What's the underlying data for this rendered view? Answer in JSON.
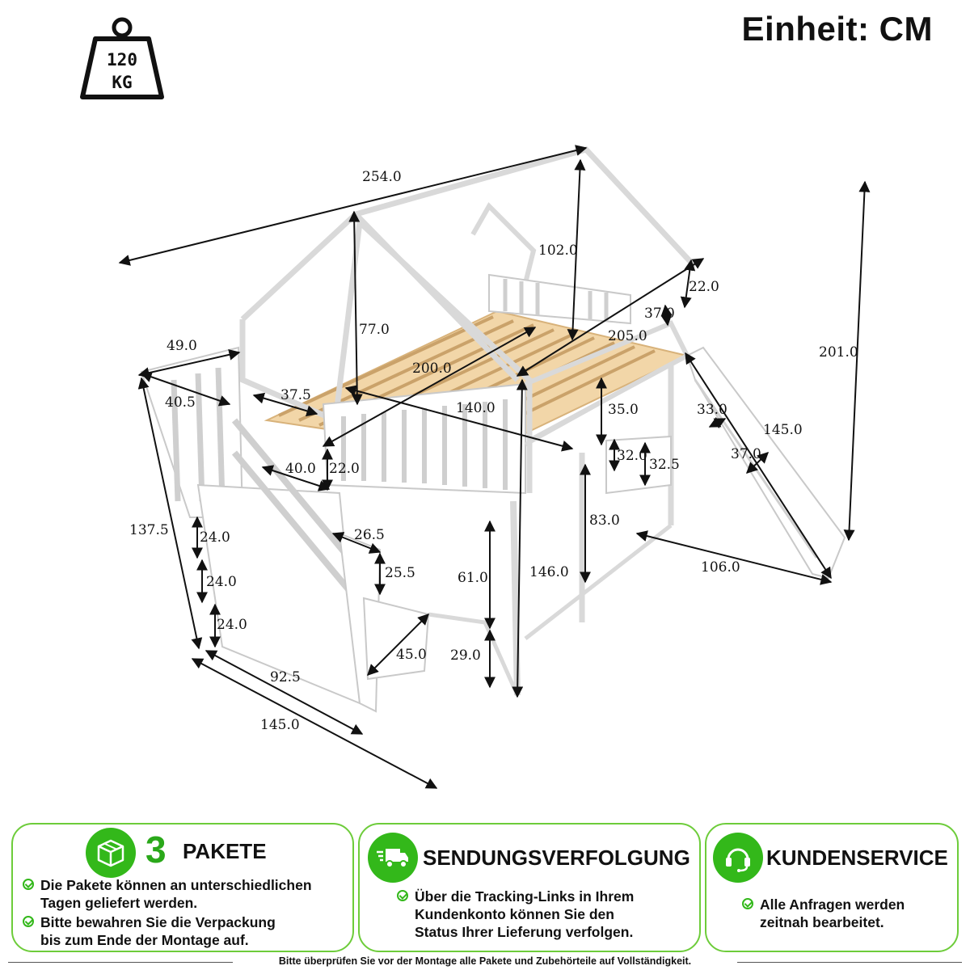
{
  "header": {
    "unit": "Einheit: CM",
    "weight": {
      "line1": "120",
      "line2": "KG",
      "icon": "weight-icon"
    }
  },
  "dimensions": [
    "254.0",
    "102.0",
    "22.0",
    "37.0",
    "205.0",
    "201.0",
    "77.0",
    "49.0",
    "200.0",
    "37.5",
    "40.5",
    "140.0",
    "35.0",
    "33.0",
    "145.0",
    "40.0",
    "22.0",
    "32.0",
    "32.5",
    "37.0",
    "137.5",
    "26.5",
    "83.0",
    "24.0",
    "25.5",
    "61.0",
    "146.0",
    "106.0",
    "24.0",
    "24.0",
    "45.0",
    "29.0",
    "92.5",
    "145.0"
  ],
  "cards": {
    "packages": {
      "icon": "box-icon",
      "number": "3",
      "title": "PAKETE",
      "bullets": [
        [
          "Die Pakete können an unterschiedlichen",
          "Tagen geliefert werden."
        ],
        [
          "Bitte bewahren Sie die Verpackung",
          "bis zum Ende der Montage auf."
        ]
      ]
    },
    "tracking": {
      "icon": "truck-icon",
      "title": "SENDUNGSVERFOLGUNG",
      "bullets": [
        [
          "Über die Tracking-Links in Ihrem",
          "Kundenkonto können Sie den",
          "Status Ihrer Lieferung verfolgen."
        ]
      ]
    },
    "service": {
      "icon": "headset-icon",
      "title": "KUNDENSERVICE",
      "bullets": [
        [
          "Alle Anfragen werden",
          "zeitnah bearbeitet."
        ]
      ]
    }
  },
  "footer": {
    "note": "Bitte überprüfen Sie vor der Montage alle Pakete und Zubehörteile auf Vollständigkeit."
  },
  "colors": {
    "accent": "#33b81a",
    "border": "#6dcc3a",
    "wood": "#f2d6a8"
  }
}
